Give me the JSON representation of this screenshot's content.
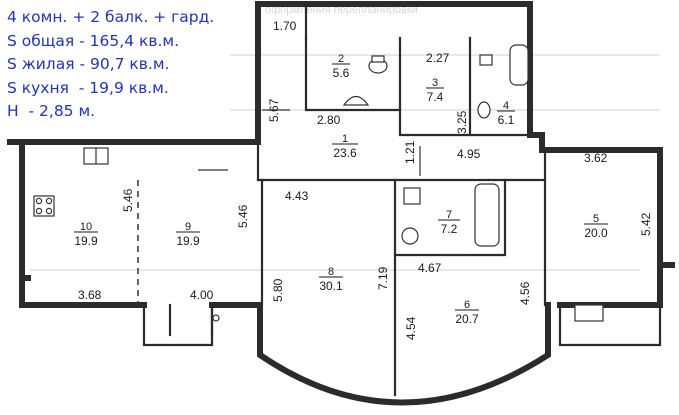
{
  "info": {
    "lines": [
      "4 комн. + 2 балк. + гард.",
      "S общая - 165,4 кв.м.",
      "S жилая - 90,7 кв.м.",
      "S кухня  - 19,9 кв.м.",
      "Н  - 2,85 м."
    ]
  },
  "header_fragment": "оформления перепланировки",
  "rooms": [
    {
      "num": "1",
      "area": "23.6"
    },
    {
      "num": "2",
      "area": "5.6"
    },
    {
      "num": "3",
      "area": "7.4"
    },
    {
      "num": "4",
      "area": "6.1"
    },
    {
      "num": "5",
      "area": "20.0"
    },
    {
      "num": "6",
      "area": "20.7"
    },
    {
      "num": "7",
      "area": "7.2"
    },
    {
      "num": "8",
      "area": "30.1"
    },
    {
      "num": "9",
      "area": "19.9"
    },
    {
      "num": "10",
      "area": "19.9"
    }
  ],
  "dimensions": {
    "d_170": "1.70",
    "d_227": "2.27",
    "d_567": "5.67",
    "d_280": "2.80",
    "d_325": "3.25",
    "d_121": "1.21",
    "d_495": "4.95",
    "d_362": "3.62",
    "d_546_left": "5.46",
    "d_546_right": "5.46",
    "d_443": "4.43",
    "d_542": "5.42",
    "d_580": "5.80",
    "d_719": "7.19",
    "d_467": "4.67",
    "d_454": "4.54",
    "d_456": "4.56",
    "d_368": "3.68",
    "d_400": "4.00"
  }
}
